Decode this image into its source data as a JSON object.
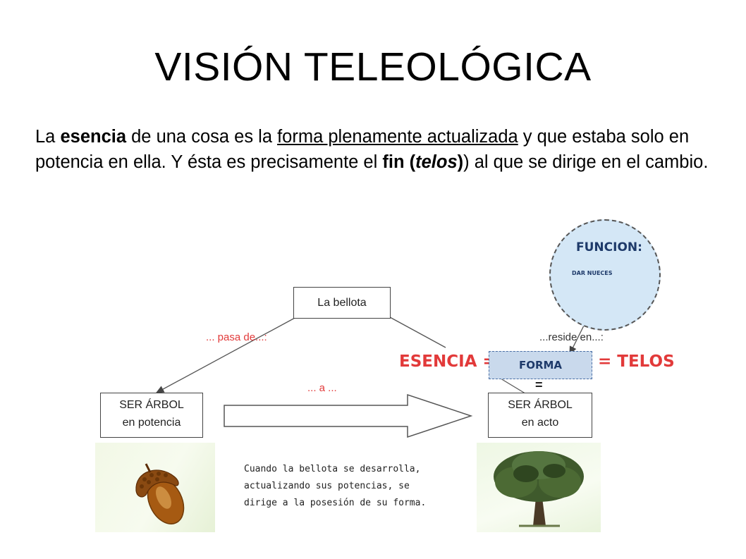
{
  "title": "VISIÓN TELEOLÓGICA",
  "paragraph": {
    "t1": "La ",
    "b1": "esencia",
    "t2": " de una cosa es la ",
    "u1": "forma plenamente actualizada",
    "t3": " y que estaba solo en potencia en ella. Y ésta es precisamente el ",
    "b2": "fin",
    "t4": " (",
    "b3": "telos",
    "t5": ") al que se dirige en el cambio."
  },
  "diagram": {
    "top_box": "La bellota",
    "pasa_de": "... pasa de...:",
    "a_label": "...  a  ...",
    "reside_en": "...reside en...:",
    "left_box": [
      "SER ÁRBOL",
      "en potencia"
    ],
    "right_box": [
      "SER ÁRBOL",
      "en acto"
    ],
    "esencia": "ESENCIA =",
    "forma": "FORMA",
    "telos": "= TELOS",
    "equals": "=",
    "funcion_title": "FUNCION:",
    "funcion_sub": "DAR NUECES",
    "caption": [
      "Cuando la bellota se desarrolla,",
      "actualizando  sus  potencias,  se",
      "dirige a la posesión de su forma."
    ],
    "icons": [
      "acorn-icon",
      "tree-icon"
    ],
    "colors": {
      "accent_red": "#e23a3a",
      "bubble_blue": "#d4e7f6",
      "forma_blue": "#c9d9ec"
    }
  }
}
